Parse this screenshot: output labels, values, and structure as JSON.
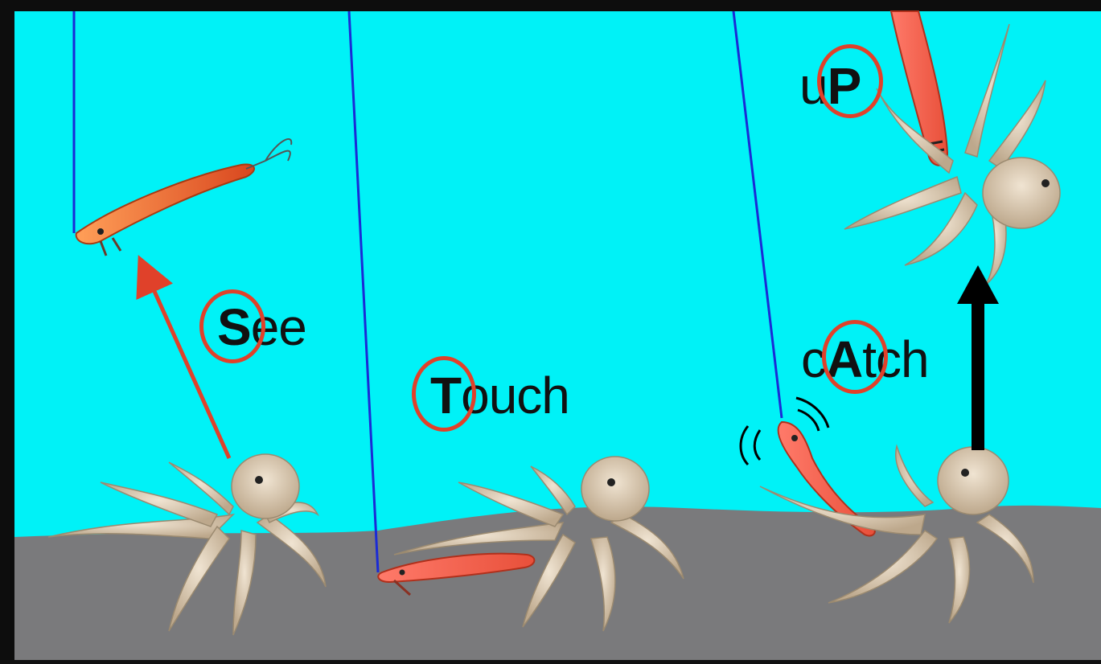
{
  "colors": {
    "water": "#00f2f7",
    "seabed": "#7a7a7c",
    "frame": "#0d0d0d",
    "fishing_line": "#1a2bd6",
    "ring": "#e0412a",
    "see_arrow": "#e0412a",
    "up_arrow": "#000000",
    "lure_body": "#f0733a",
    "octopus": "#d9c6ad"
  },
  "steps": [
    {
      "id": "see",
      "highlight": "S",
      "rest": "ee",
      "prefix": ""
    },
    {
      "id": "touch",
      "highlight": "T",
      "rest": "ouch",
      "prefix": ""
    },
    {
      "id": "catch",
      "highlight": "A",
      "rest": "tch",
      "prefix": "c"
    },
    {
      "id": "up",
      "highlight": "P",
      "rest": "",
      "prefix": "u"
    }
  ]
}
